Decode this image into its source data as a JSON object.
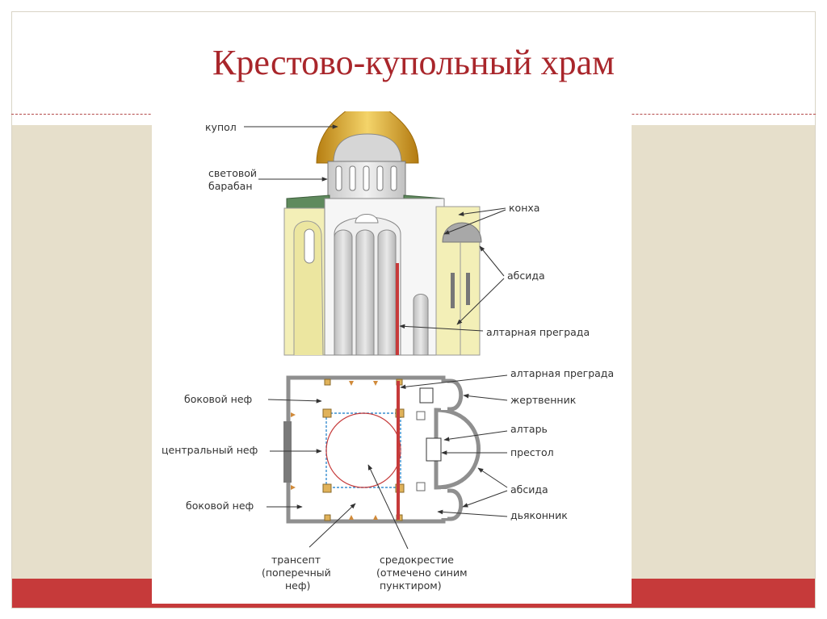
{
  "title": "Крестово-купольный храм",
  "elevation_labels": {
    "kupol": "купол",
    "svetovoy_1": "световой",
    "svetovoy_2": "барабан",
    "koncha": "конха",
    "absida": "абсида",
    "altarnaya_pregrada": "алтарная преграда"
  },
  "plan_labels": {
    "altarnaya_pregrada": "алтарная преграда",
    "zhertvennik": "жертвенник",
    "altar": "алтарь",
    "prestol": "престол",
    "absida": "абсида",
    "dyakonnik": "дьяконник",
    "bokovoy_nef_top": "боковой неф",
    "centralny_nef": "центральный неф",
    "bokovoy_nef_bottom": "боковой неф",
    "transept_1": "трансепт",
    "transept_2": "(поперечный",
    "transept_3": "неф)",
    "sredokrestie_1": "средокрестие",
    "sredokrestie_2": "(отмечено синим",
    "sredokrestie_3": "пунктиром)"
  },
  "colors": {
    "title": "#a9262b",
    "accent_red": "#c63a3a",
    "beige": "#e6dfcb",
    "dome_gold": "#d9a520",
    "wall_yellow": "#f3efb7",
    "crossing_blue": "#3a8fd0"
  }
}
